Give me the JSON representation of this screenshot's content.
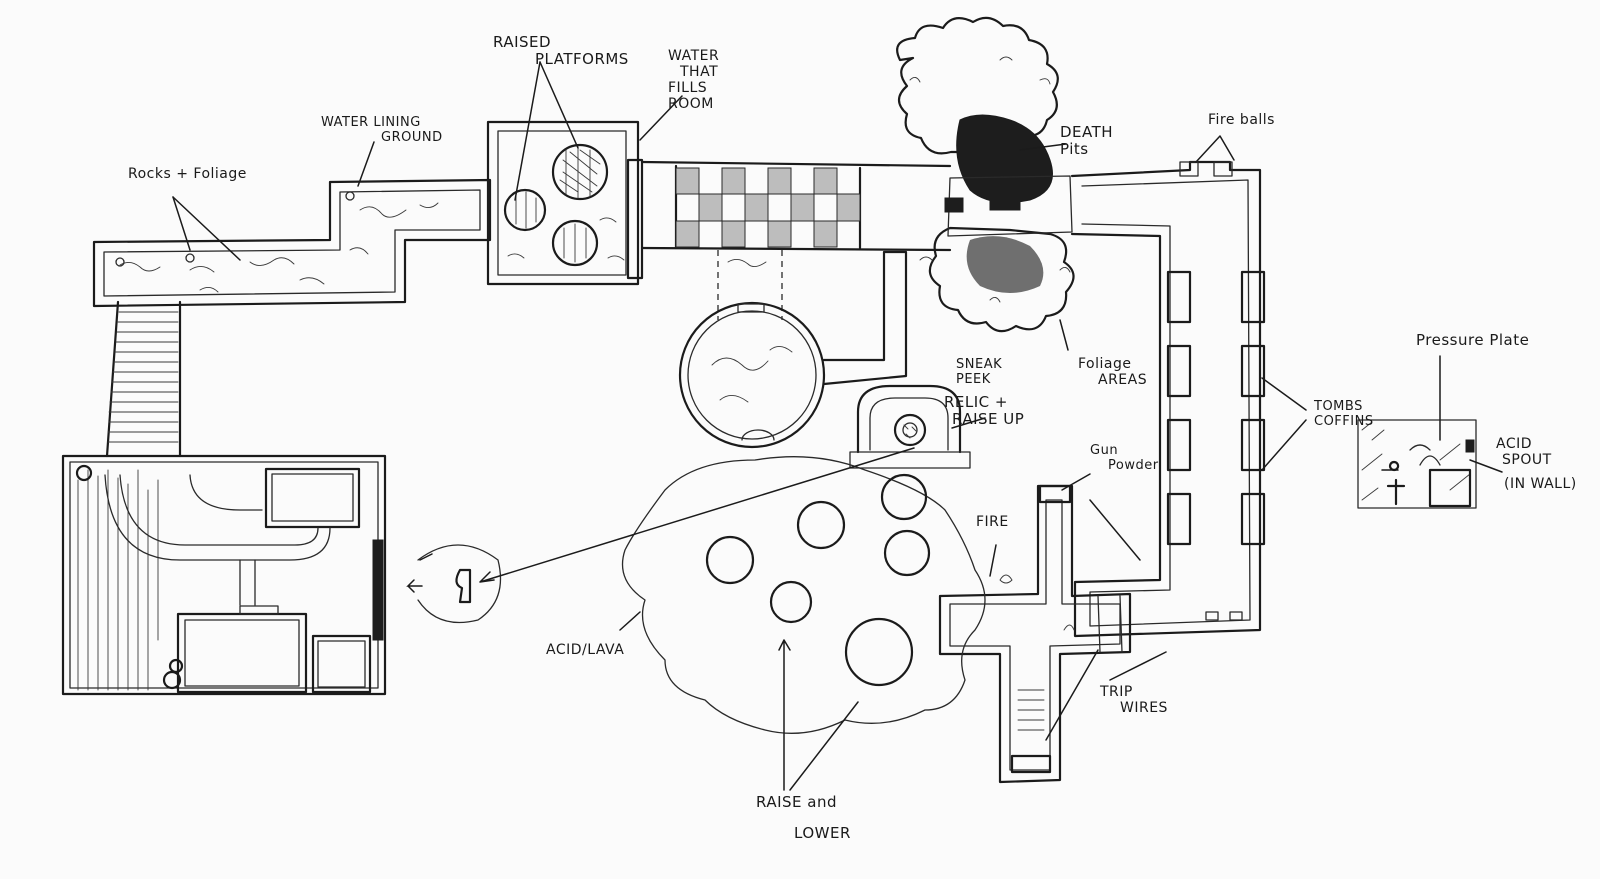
{
  "labels": {
    "raised_platforms_1": "RAISED",
    "raised_platforms_2": "PLATFORMS",
    "water_fills_1": "WATER",
    "water_fills_2": "THAT",
    "water_fills_3": "FILLS",
    "water_fills_4": "ROOM",
    "water_lining_1": "WATER LINING",
    "water_lining_2": "GROUND",
    "rocks_foliage": "Rocks + Foliage",
    "death_pits_1": "DEATH",
    "death_pits_2": "Pits",
    "fire_balls": "Fire balls",
    "sneak_peek_1": "SNEAK",
    "sneak_peek_2": "PEEK",
    "relic_1": "RELIC +",
    "relic_2": "RAISE UP",
    "foliage_areas_1": "Foliage",
    "foliage_areas_2": "AREAS",
    "pressure_plate": "Pressure Plate",
    "tombs_1": "TOMBS",
    "tombs_2": "COFFINS",
    "acid_spout_1": "ACID",
    "acid_spout_2": "SPOUT",
    "acid_spout_3": "(IN WALL)",
    "gun_powder_1": "Gun",
    "gun_powder_2": "Powder",
    "fire": "FIRE",
    "acid_lava": "ACID/LAVA",
    "trip_wires_1": "TRIP",
    "trip_wires_2": "WIRES",
    "raise_lower_1": "RAISE and",
    "raise_lower_2": "LOWER"
  },
  "colors": {
    "paper": "#fbfbfb",
    "ink": "#1b1b1b",
    "shade": "#6f6f6f"
  }
}
